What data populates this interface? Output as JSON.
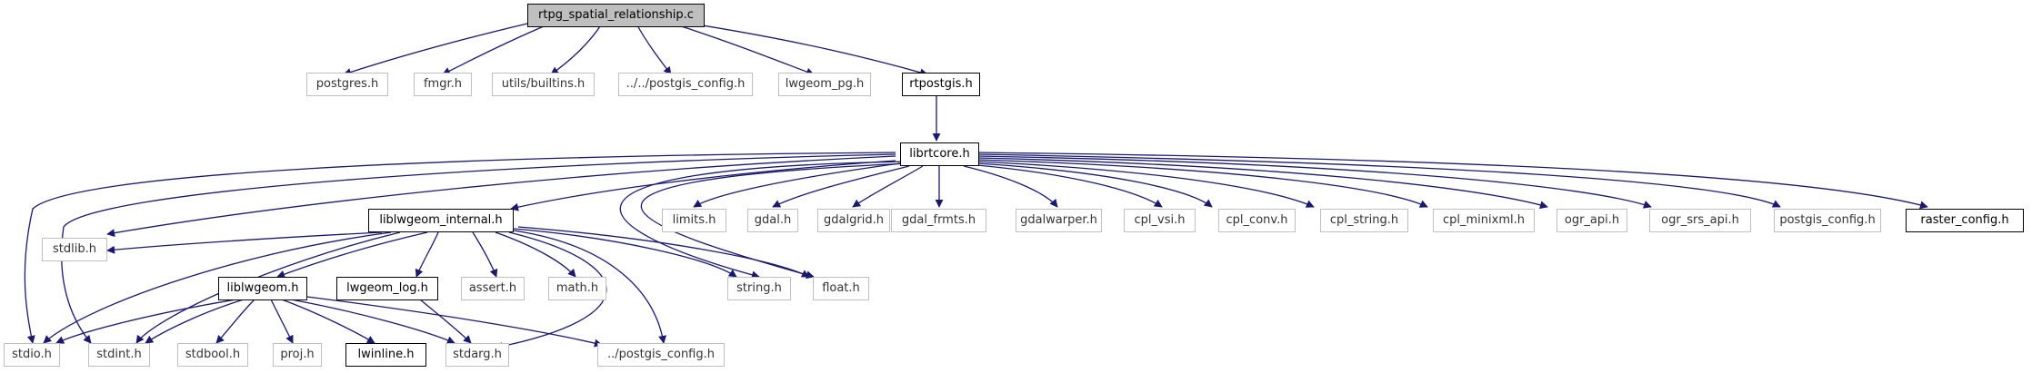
{
  "graph": {
    "root": {
      "label": "rtpg_spatial_relationship.c"
    },
    "nodes": {
      "postgres": "postgres.h",
      "fmgr": "fmgr.h",
      "builtins": "utils/builtins.h",
      "pgconfig_rel": "../../postgis_config.h",
      "lwgeom_pg": "lwgeom_pg.h",
      "rtpostgis": "rtpostgis.h",
      "librtcore": "librtcore.h",
      "liblwgeom_internal": "liblwgeom_internal.h",
      "limits": "limits.h",
      "gdal": "gdal.h",
      "gdalgrid": "gdalgrid.h",
      "gdal_frmts": "gdal_frmts.h",
      "gdalwarper": "gdalwarper.h",
      "cpl_vsi": "cpl_vsi.h",
      "cpl_conv": "cpl_conv.h",
      "cpl_string": "cpl_string.h",
      "cpl_minixml": "cpl_minixml.h",
      "ogr_api": "ogr_api.h",
      "ogr_srs_api": "ogr_srs_api.h",
      "postgis_config": "postgis_config.h",
      "raster_config": "raster_config.h",
      "stdlib": "stdlib.h",
      "liblwgeom": "liblwgeom.h",
      "lwgeom_log": "lwgeom_log.h",
      "assert": "assert.h",
      "math": "math.h",
      "string": "string.h",
      "float": "float.h",
      "stdio": "stdio.h",
      "stdint": "stdint.h",
      "stdbool": "stdbool.h",
      "proj": "proj.h",
      "lwinline": "lwinline.h",
      "stdarg": "stdarg.h",
      "pgconfig_up": "../postgis_config.h"
    }
  }
}
